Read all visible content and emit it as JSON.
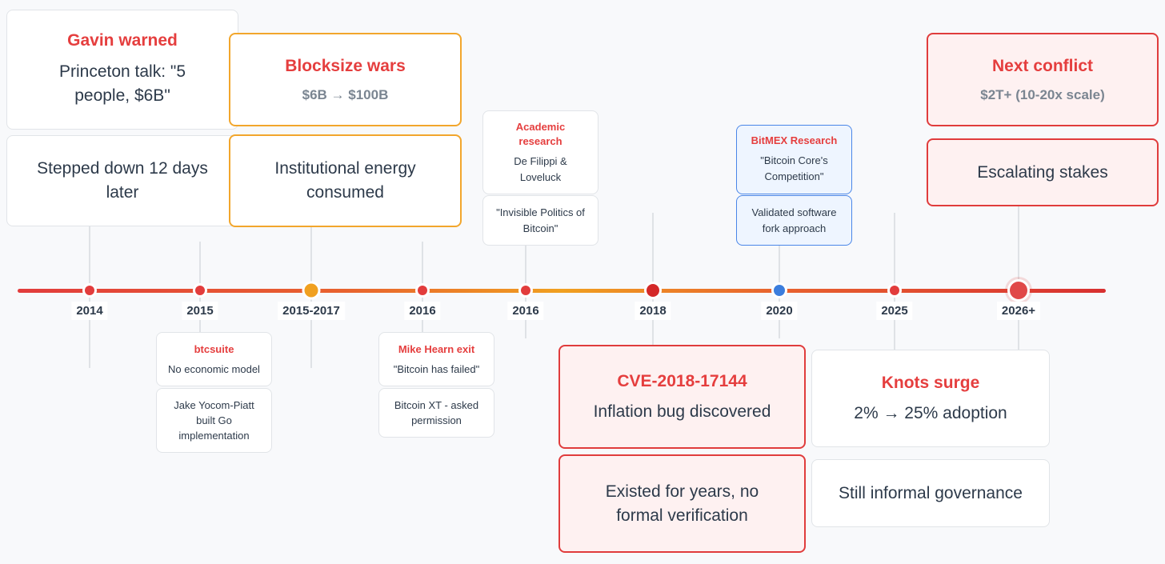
{
  "timeline": {
    "y2014": "2014",
    "y2015": "2015",
    "y2015_2017": "2015-2017",
    "y2016a": "2016",
    "y2016b": "2016",
    "y2018": "2018",
    "y2020": "2020",
    "y2025": "2025",
    "y2026": "2026+"
  },
  "events": {
    "gavin": {
      "title": "Gavin warned",
      "body": "Princeton talk: \"5 people, $6B\"",
      "note": "Stepped down 12 days later"
    },
    "blocksize": {
      "title": "Blocksize wars",
      "body": "$6B → $100B",
      "note": "Institutional energy consumed"
    },
    "btcsuite": {
      "title": "btcsuite",
      "body": "No economic model",
      "note": "Jake Yocom-Piatt built Go implementation"
    },
    "hearn": {
      "title": "Mike Hearn exit",
      "body": "\"Bitcoin has failed\"",
      "note": "Bitcoin XT - asked permission"
    },
    "academic": {
      "title": "Academic research",
      "body": "De Filippi & Loveluck",
      "note": "\"Invisible Politics of Bitcoin\""
    },
    "cve": {
      "title": "CVE-2018-17144",
      "body": "Inflation bug discovered",
      "note": "Existed for years, no formal verification"
    },
    "bitmex": {
      "title": "BitMEX Research",
      "body": "\"Bitcoin Core's Competition\"",
      "note": "Validated software fork approach"
    },
    "knots": {
      "title": "Knots surge",
      "body": "2% → 25% adoption",
      "note": "Still informal governance"
    },
    "next": {
      "title": "Next conflict",
      "body": "$2T+ (10-20x scale)",
      "note": "Escalating stakes"
    }
  },
  "colors": {
    "red": "#e53e3e",
    "orange": "#f2a62c",
    "blue": "#4a86e8",
    "gray": "#e1e4e8"
  }
}
